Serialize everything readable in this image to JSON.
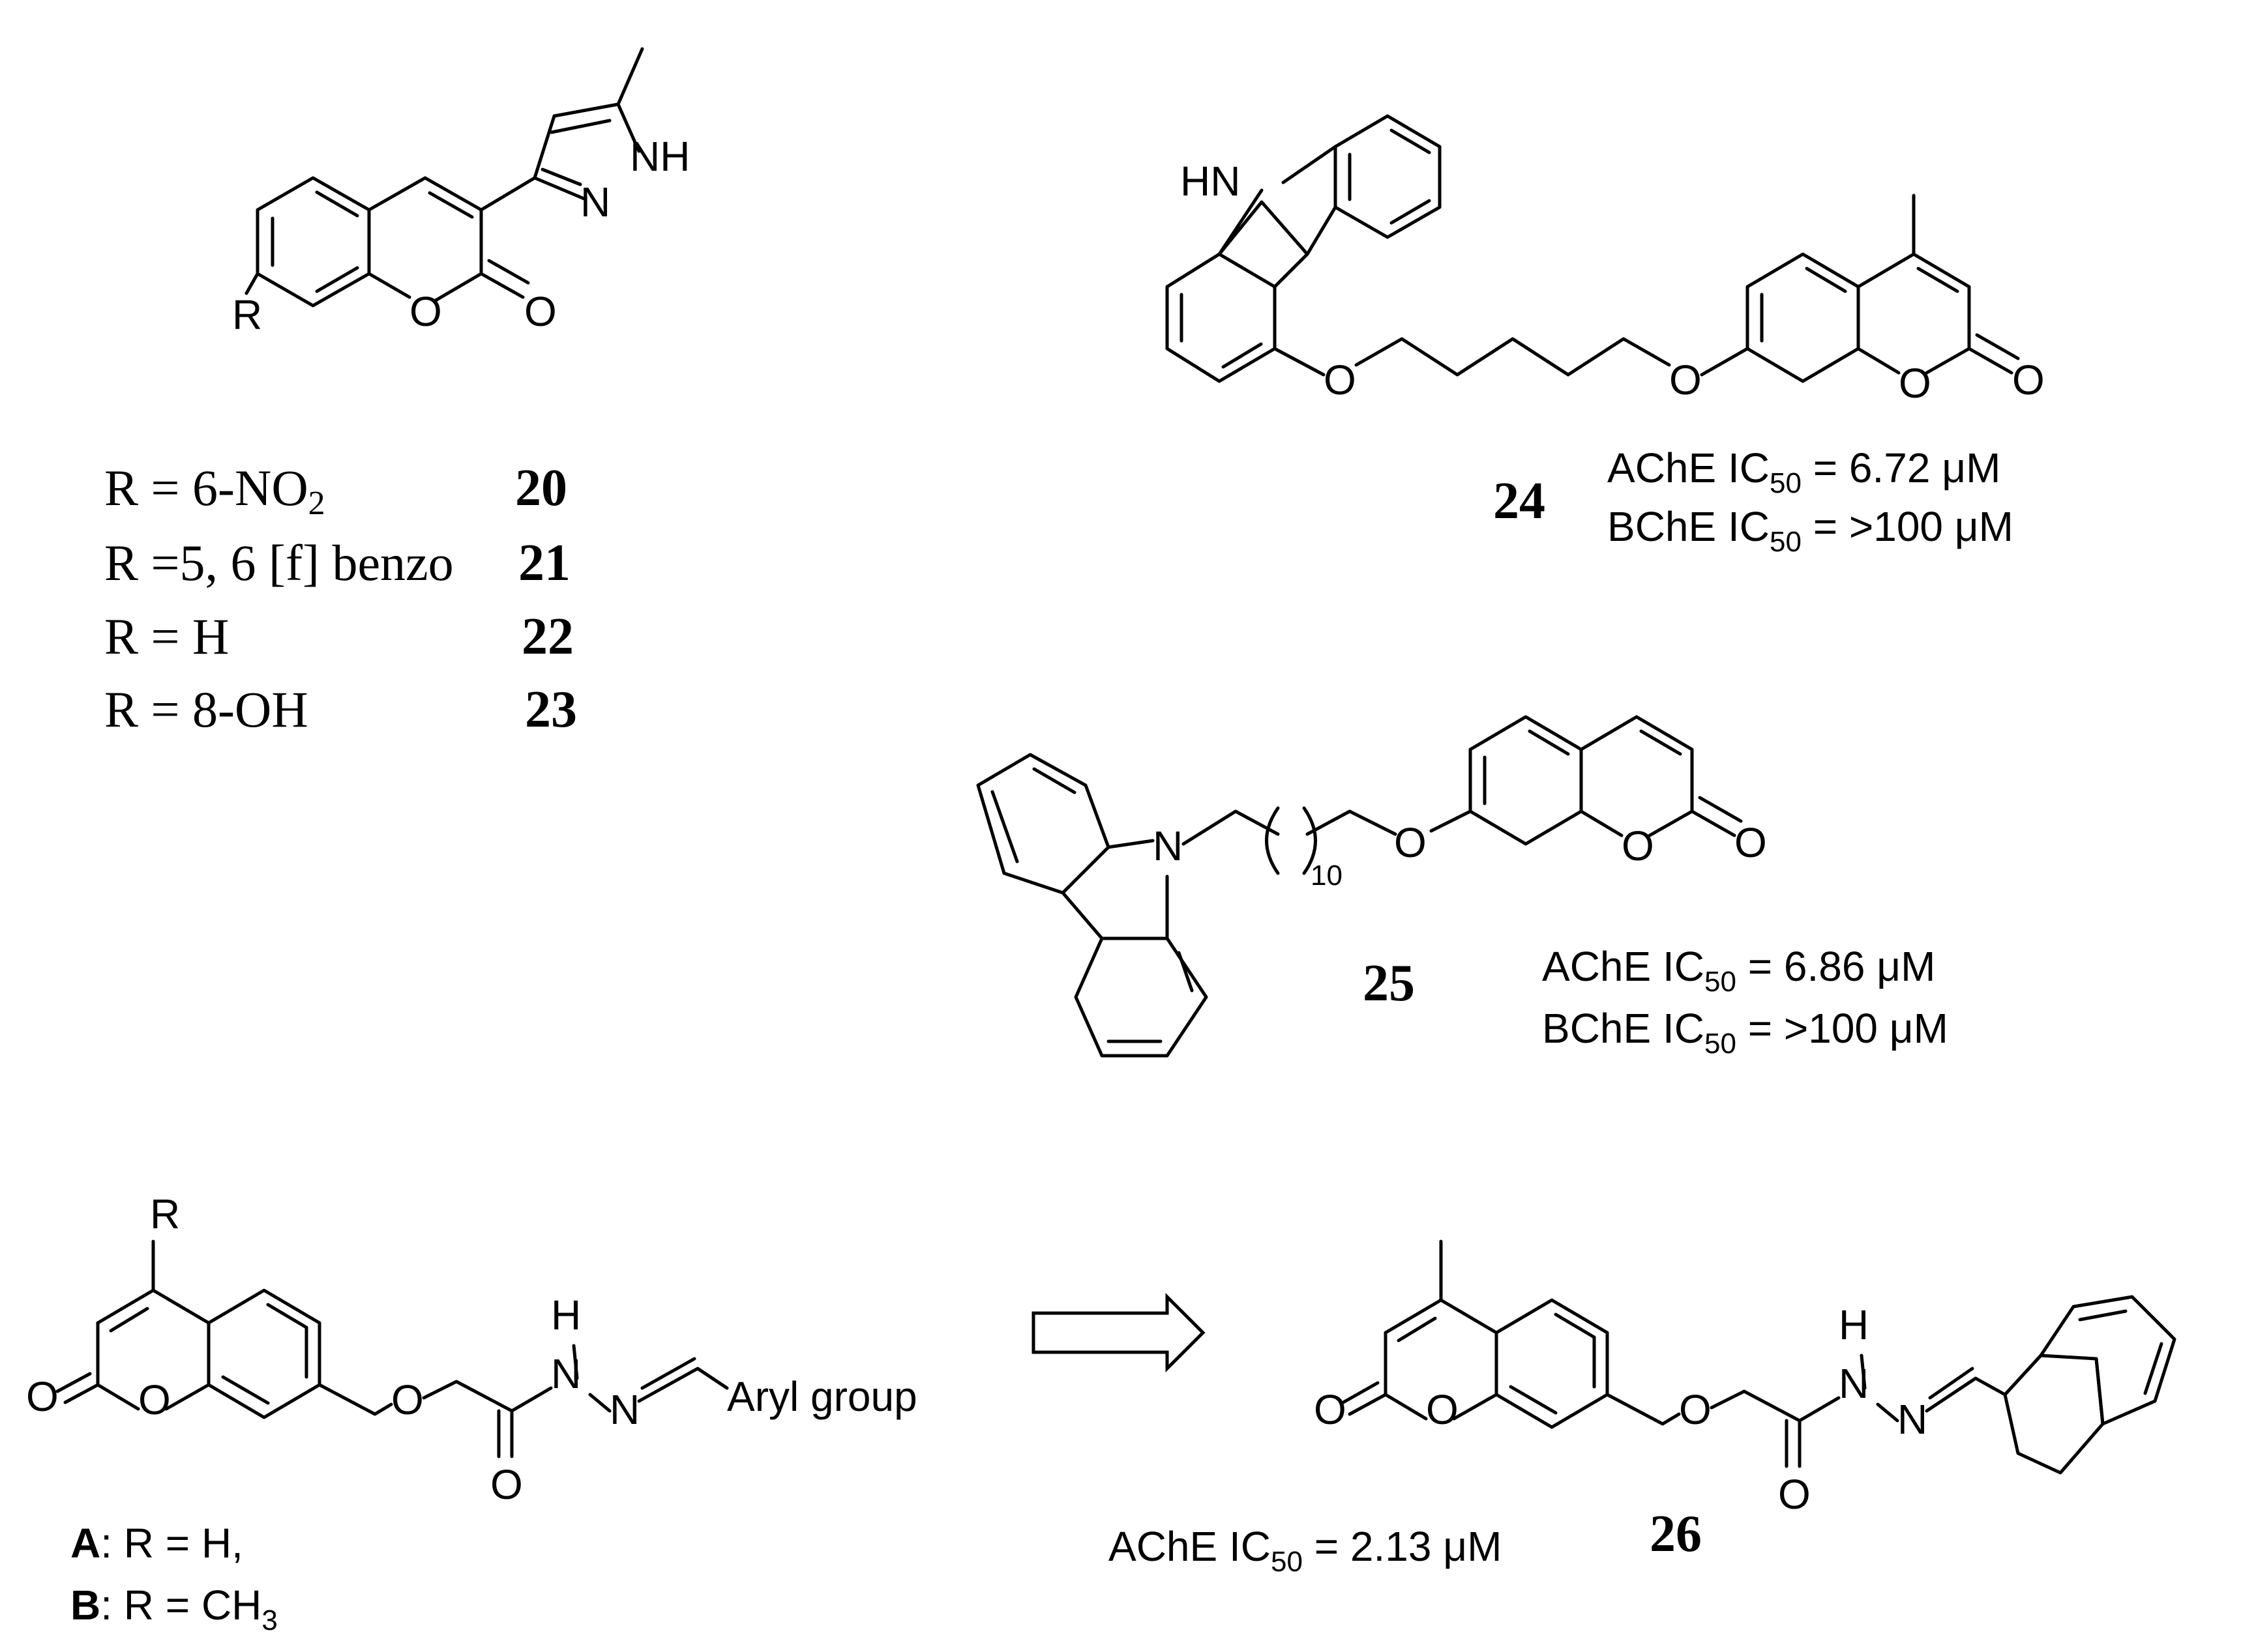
{
  "atoms": {
    "O": "O",
    "N": "N",
    "NH": "NH",
    "HN": "HN",
    "H": "H",
    "R": "R",
    "ten": "10"
  },
  "table": {
    "rows": [
      {
        "r_pre": "R = 6-NO",
        "r_sub": "2",
        "id": "20"
      },
      {
        "r_pre": "R =5, 6 [f] benzo",
        "r_sub": "",
        "id": "21"
      },
      {
        "r_pre": "R = H",
        "r_sub": "",
        "id": "22"
      },
      {
        "r_pre": "R = 8-OH",
        "r_sub": "",
        "id": "23"
      }
    ]
  },
  "c24": {
    "id": "24",
    "ache": {
      "pre": "AChE IC",
      "sub": "50",
      "post": " = 6.72 μM"
    },
    "bche": {
      "pre": "BChE IC",
      "sub": "50",
      "post": " = >100  μM"
    }
  },
  "c25": {
    "id": "25",
    "ache": {
      "pre": "AChE IC",
      "sub": "50",
      "post": " = 6.86 μM"
    },
    "bche": {
      "pre": "BChE IC",
      "sub": "50",
      "post": " = >100  μM"
    }
  },
  "series_ab": {
    "aryl": "Aryl group",
    "a_label": "A",
    "a_text": ": R = H,",
    "b_label": "B",
    "b_pre": ": R = CH",
    "b_sub": "3"
  },
  "c26": {
    "id": "26",
    "ache": {
      "pre": "AChE IC",
      "sub": "50",
      "post": " = 2.13 μM"
    }
  }
}
